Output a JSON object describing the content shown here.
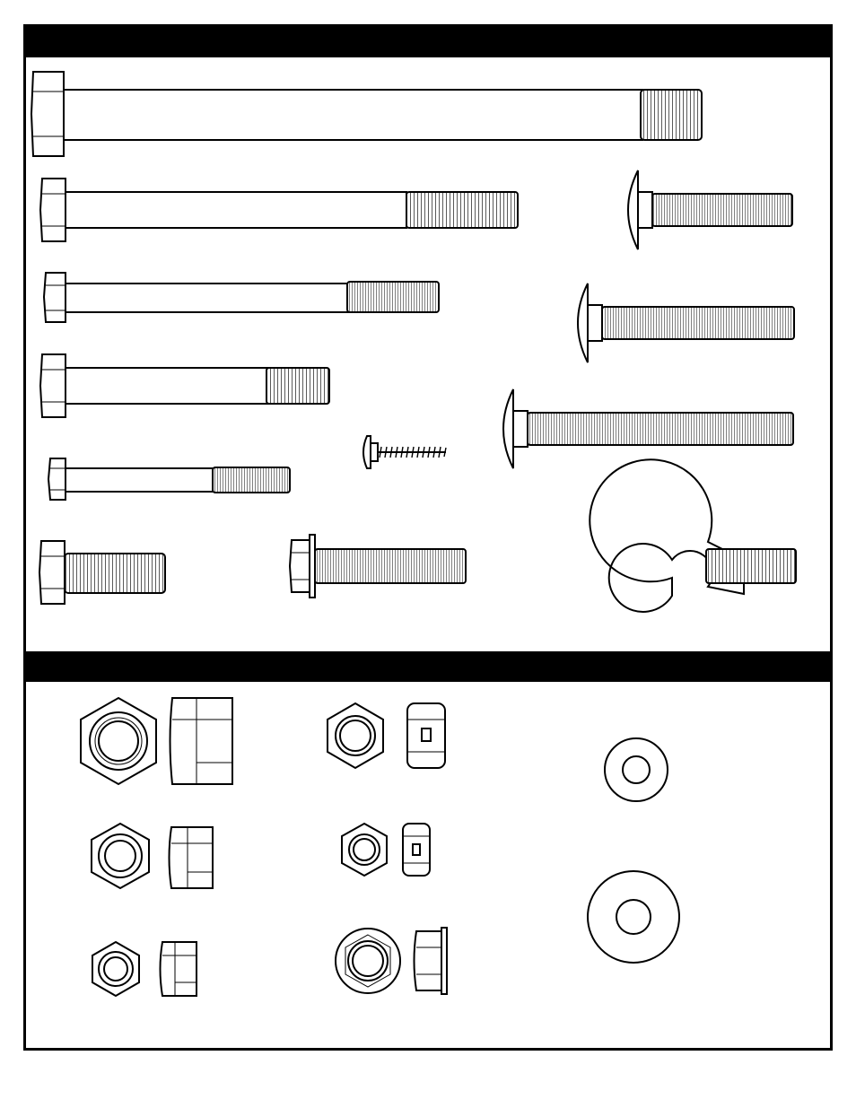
{
  "sections": {
    "bolts_header": "",
    "nuts_header": ""
  },
  "bolts": [
    {
      "name": "hex-bolt"
    },
    {
      "name": "hex-bolt"
    },
    {
      "name": "hex-bolt"
    },
    {
      "name": "hex-bolt"
    },
    {
      "name": "hex-bolt"
    },
    {
      "name": "hex-bolt"
    },
    {
      "name": "flange-bolt"
    },
    {
      "name": "pan-head-screw"
    },
    {
      "name": "carriage-bolt"
    },
    {
      "name": "carriage-bolt"
    },
    {
      "name": "carriage-bolt"
    },
    {
      "name": "eye-hook-bolt"
    }
  ],
  "nuts": [
    {
      "name": "nylon-lock-nut"
    },
    {
      "name": "nylon-lock-nut"
    },
    {
      "name": "nylon-lock-nut"
    },
    {
      "name": "hex-nut"
    },
    {
      "name": "hex-nut"
    },
    {
      "name": "flange-nut"
    },
    {
      "name": "flat-washer"
    },
    {
      "name": "flat-washer"
    }
  ]
}
